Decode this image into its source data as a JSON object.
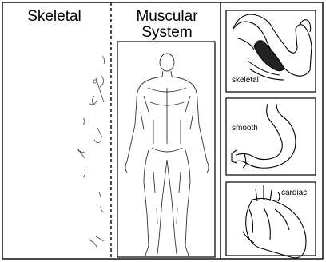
{
  "titles": {
    "skeletal": "Skeletal",
    "muscular": "Muscular\nSystem"
  },
  "panels": [
    {
      "id": "skeletal",
      "label": "skeletal"
    },
    {
      "id": "smooth",
      "label": "smooth"
    },
    {
      "id": "cardiac",
      "label": "cardiac"
    }
  ],
  "icons": [
    "arm-muscle-icon",
    "stomach-icon",
    "heart-icon",
    "human-figure-icon",
    "skeleton-icon"
  ]
}
